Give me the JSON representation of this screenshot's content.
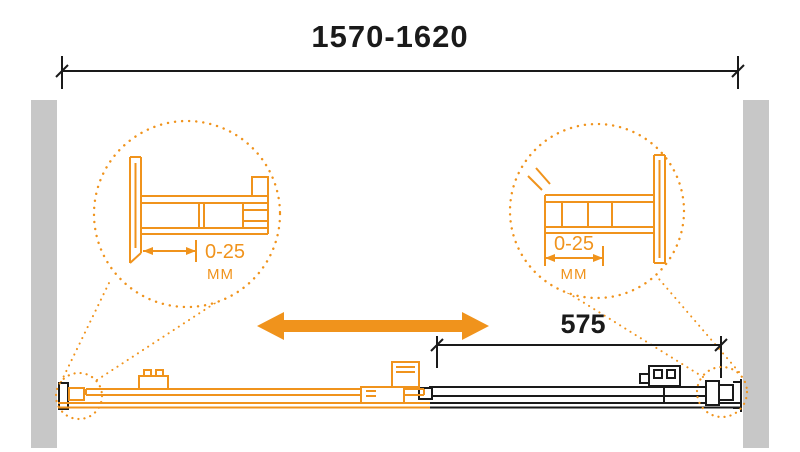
{
  "diagram": {
    "type": "shower-door-installation-drawing",
    "overall_width_dimension": "1570-1620",
    "fixed_panel_dimension": "575",
    "left_detail_callout": {
      "adjustment_range": "0-25",
      "unit": "MM"
    },
    "right_detail_callout": {
      "adjustment_range": "0-25",
      "unit": "MM"
    },
    "colors": {
      "accent": "#F0931C",
      "wall": "#C7C7C7",
      "line": "#1A1A1A"
    }
  }
}
